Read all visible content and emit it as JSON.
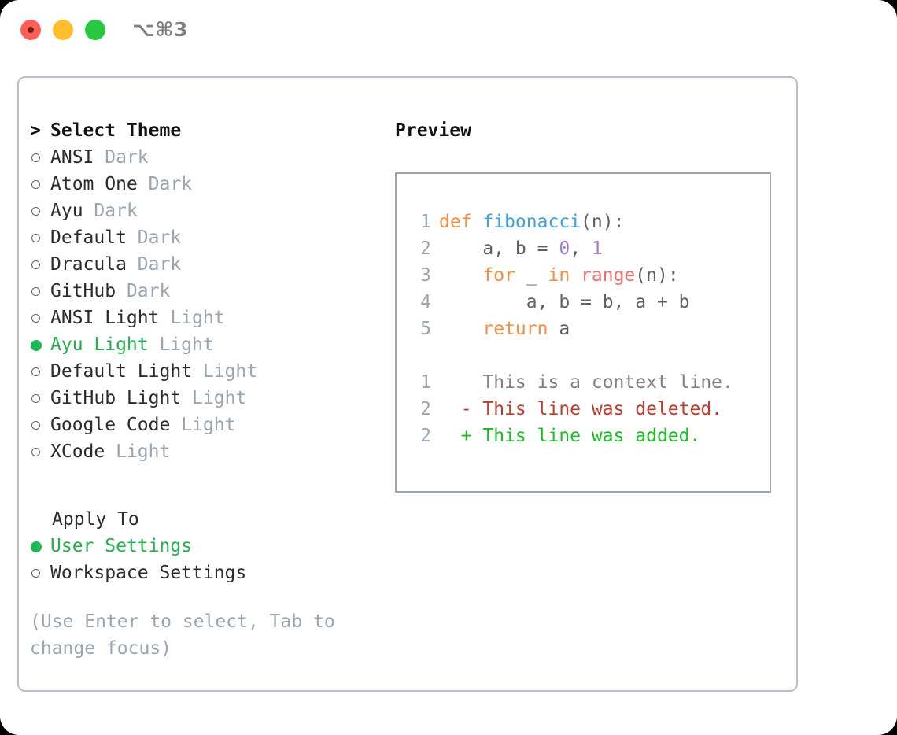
{
  "window": {
    "traffic_lights": [
      "close",
      "minimize",
      "maximize"
    ],
    "shortcut_label": "⌥⌘3"
  },
  "theme_panel": {
    "heading": "Select Theme",
    "caret": ">",
    "items": [
      {
        "name": "ANSI",
        "tag": "Dark",
        "selected": false
      },
      {
        "name": "Atom One",
        "tag": "Dark",
        "selected": false
      },
      {
        "name": "Ayu",
        "tag": "Dark",
        "selected": false
      },
      {
        "name": "Default",
        "tag": "Dark",
        "selected": false
      },
      {
        "name": "Dracula",
        "tag": "Dark",
        "selected": false
      },
      {
        "name": "GitHub",
        "tag": "Dark",
        "selected": false
      },
      {
        "name": "ANSI Light",
        "tag": "Light",
        "selected": false
      },
      {
        "name": "Ayu Light",
        "tag": "Light",
        "selected": true
      },
      {
        "name": "Default Light",
        "tag": "Light",
        "selected": false
      },
      {
        "name": "GitHub Light",
        "tag": "Light",
        "selected": false
      },
      {
        "name": "Google Code",
        "tag": "Light",
        "selected": false
      },
      {
        "name": "XCode",
        "tag": "Light",
        "selected": false
      }
    ]
  },
  "apply_to": {
    "title": "Apply To",
    "options": [
      {
        "label": "User Settings",
        "selected": true
      },
      {
        "label": "Workspace Settings",
        "selected": false
      }
    ]
  },
  "hint": "(Use Enter to select, Tab to change focus)",
  "preview": {
    "label": "Preview",
    "code_lines": [
      {
        "number": "1",
        "tokens": [
          {
            "text": "def ",
            "style": "kw"
          },
          {
            "text": "fibonacci",
            "style": "fn"
          },
          {
            "text": "(n):",
            "style": "pl"
          }
        ]
      },
      {
        "number": "2",
        "tokens": [
          {
            "text": "    a, b = ",
            "style": "pl"
          },
          {
            "text": "0",
            "style": "num"
          },
          {
            "text": ", ",
            "style": "pl"
          },
          {
            "text": "1",
            "style": "num"
          }
        ]
      },
      {
        "number": "3",
        "tokens": [
          {
            "text": "    ",
            "style": "pl"
          },
          {
            "text": "for",
            "style": "kw"
          },
          {
            "text": " _ ",
            "style": "pl"
          },
          {
            "text": "in",
            "style": "kw"
          },
          {
            "text": " ",
            "style": "pl"
          },
          {
            "text": "range",
            "style": "bi"
          },
          {
            "text": "(n):",
            "style": "pl"
          }
        ]
      },
      {
        "number": "4",
        "tokens": [
          {
            "text": "        a, b = b, a + b",
            "style": "pl"
          }
        ]
      },
      {
        "number": "5",
        "tokens": [
          {
            "text": "    ",
            "style": "pl"
          },
          {
            "text": "return",
            "style": "kw"
          },
          {
            "text": " a",
            "style": "pl"
          }
        ]
      }
    ],
    "diff_lines": [
      {
        "number": "1",
        "sign": " ",
        "text": " This is a context line.",
        "kind": "context"
      },
      {
        "number": "2",
        "sign": "-",
        "text": " This line was deleted.",
        "kind": "deleted"
      },
      {
        "number": "2",
        "sign": "+",
        "text": " This line was added.",
        "kind": "added"
      }
    ]
  },
  "colors": {
    "accent_green": "#22b14c",
    "tag_gray": "#9aa5b1",
    "panel_border": "#b6bfcb",
    "preview_border": "#9aa5b1",
    "kw_orange": "#fa8d3e",
    "fn_blue": "#3aa3e3",
    "num_purple": "#a37acc",
    "builtin_red": "#f07171",
    "diff_added": "#17c020",
    "diff_deleted": "#c0392b"
  }
}
